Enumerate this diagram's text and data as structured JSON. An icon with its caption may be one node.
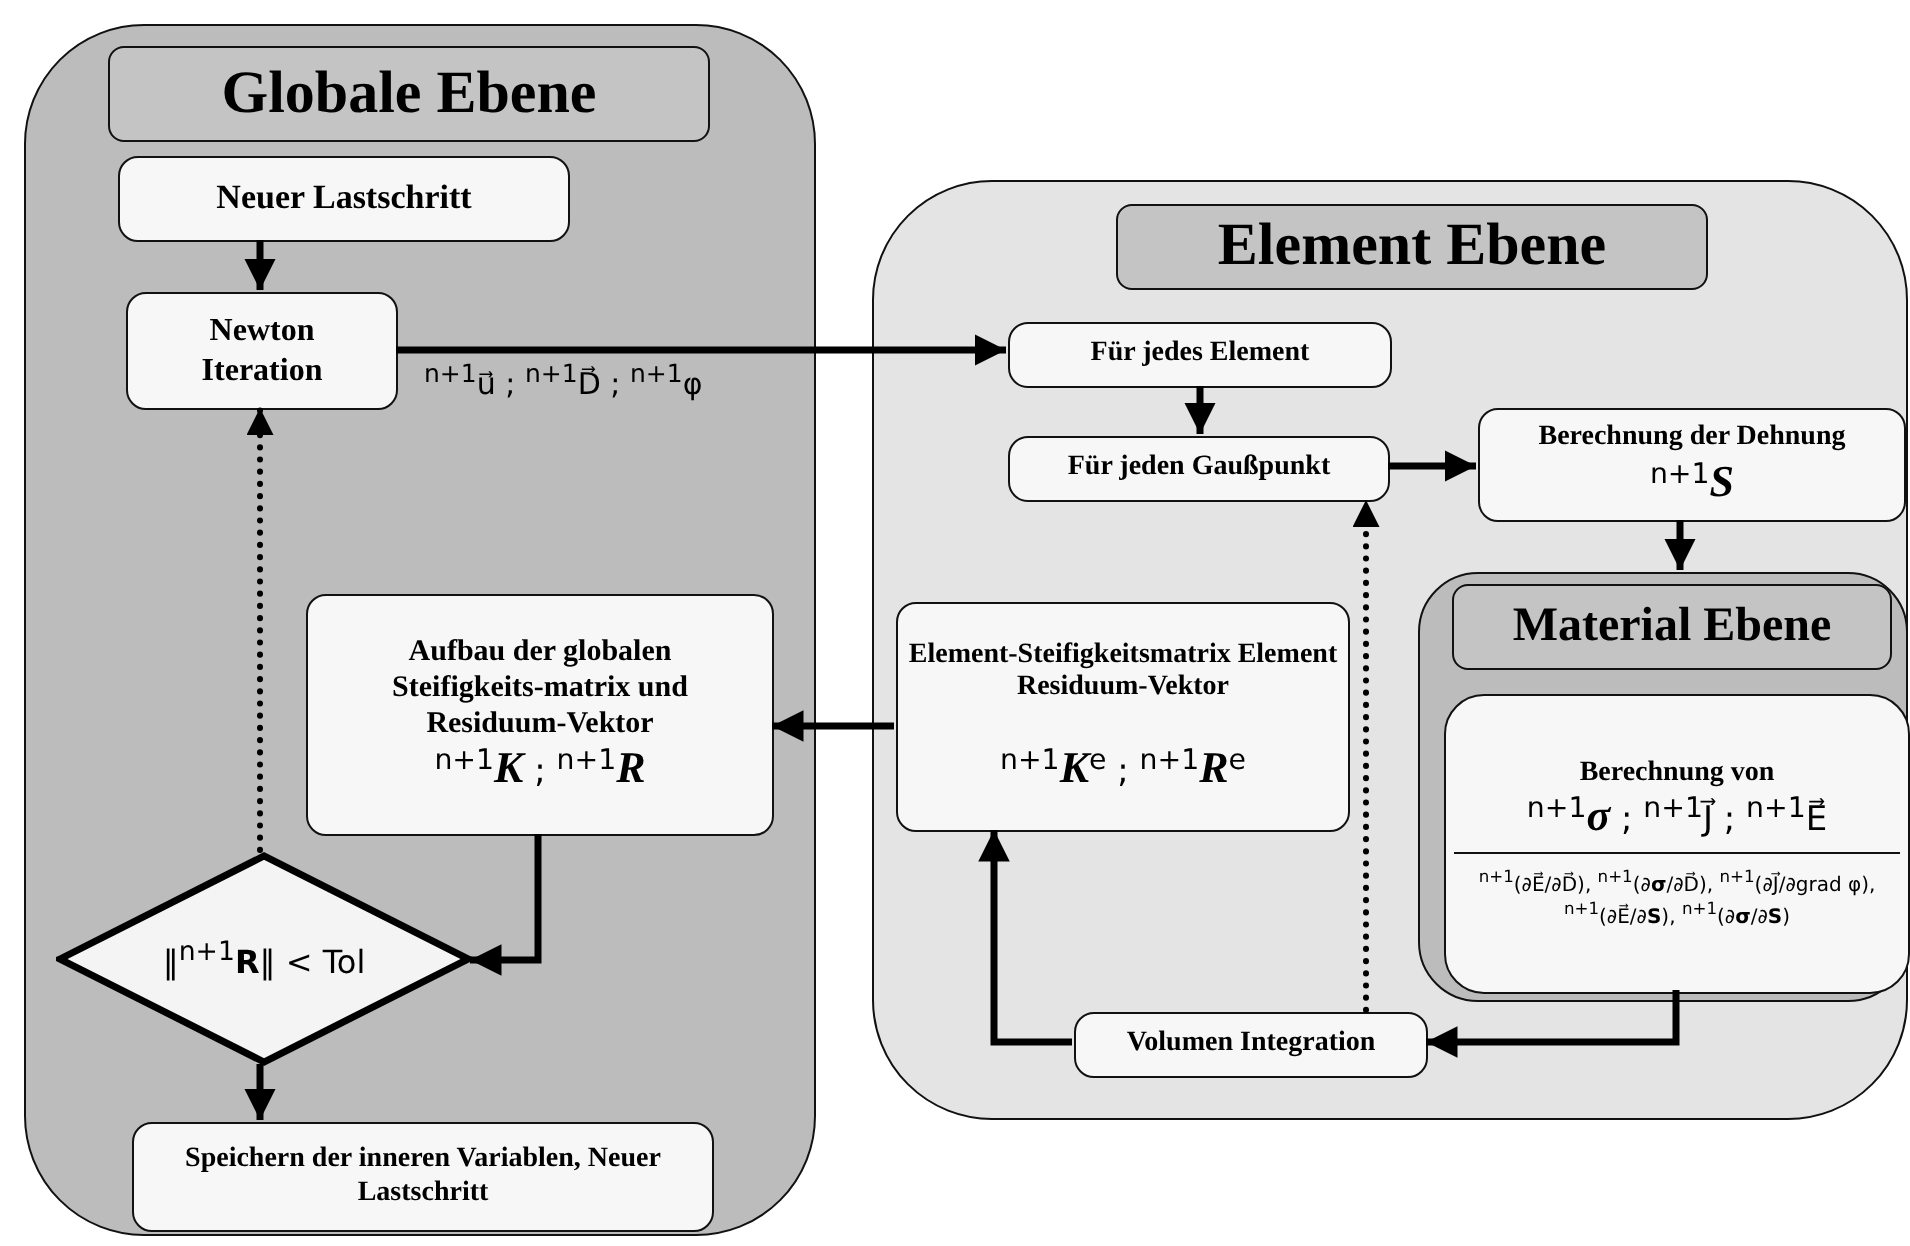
{
  "diagram": {
    "nodes": [
      {
        "text": [
          "Globale Ebene"
        ]
      },
      {
        "text": [
          "Neuer Lastschritt"
        ],
        "in": 0
      },
      {
        "text": [
          "Newton Iteration"
        ],
        "in": 0
      },
      {
        "text": [
          "Aufbau der globalen Steifigkeits-matrix und Residuum-Vektor",
          "$^{n+1}$**K** ; $^{n+1}$**R**"
        ],
        "in": 0
      },
      {
        "text": [
          "‖$^{n+1}$**R**‖ < Tol"
        ],
        "in": 0
      },
      {
        "text": [
          "Speichern der inneren Variablen, Neuer Lastschritt"
        ],
        "in": 0
      },
      {
        "text": [
          "Element Ebene"
        ]
      },
      {
        "text": [
          "Für jedes Element"
        ],
        "in": 6
      },
      {
        "text": [
          "Für jeden Gaußpunkt"
        ],
        "in": 6
      },
      {
        "text": [
          "Berechnung der Dehnung",
          "$^{n+1}$**S**"
        ],
        "in": 6
      },
      {
        "text": [
          "Element-Steifigkeitsmatrix Element Residuum-Vektor",
          "$^{n+1}$**K**$^{e}$ ; $^{n+1}$**R**$^{e}$"
        ],
        "in": 6
      },
      {
        "text": [
          "Material Ebene"
        ],
        "in": 6
      },
      {
        "text": [
          "Berechnung von",
          "$^{n+1}$**σ** ; $^{n+1}$J⃗ ; $^{n+1}$E⃗",
          "$^{n+1}$(∂E⃗/∂D⃗), $^{n+1}$(∂**σ**/∂D⃗), $^{n+1}$(∂J⃗/∂grad φ), $^{n+1}$(∂E⃗/∂**S**), $^{n+1}$(∂**σ**/∂**S**)"
        ],
        "in": 11
      },
      {
        "text": [
          "Volumen Integration"
        ],
        "in": 6
      }
    ],
    "edges": [
      {
        "from": 1,
        "to": 2,
        "arrow": "to"
      },
      {
        "from": 2,
        "to": 7,
        "arrow": "to",
        "label": "$^{n+1}$u⃗ ; $^{n+1}$D⃗ ; $^{n+1}$φ"
      },
      {
        "from": 7,
        "to": 8,
        "arrow": "to"
      },
      {
        "from": 8,
        "to": 9,
        "arrow": "to"
      },
      {
        "from": 9,
        "to": 11,
        "arrow": "to"
      },
      {
        "from": 12,
        "to": 13,
        "arrow": "to"
      },
      {
        "from": 13,
        "to": 10,
        "arrow": "to"
      },
      {
        "from": 13,
        "to": 8,
        "arrow": "to",
        "style": "dashed"
      },
      {
        "from": 10,
        "to": 3,
        "arrow": "to"
      },
      {
        "from": 3,
        "to": 4,
        "arrow": "to"
      },
      {
        "from": 4,
        "to": 5,
        "arrow": "to"
      },
      {
        "from": 4,
        "to": 2,
        "arrow": "to",
        "style": "dashed"
      }
    ]
  }
}
